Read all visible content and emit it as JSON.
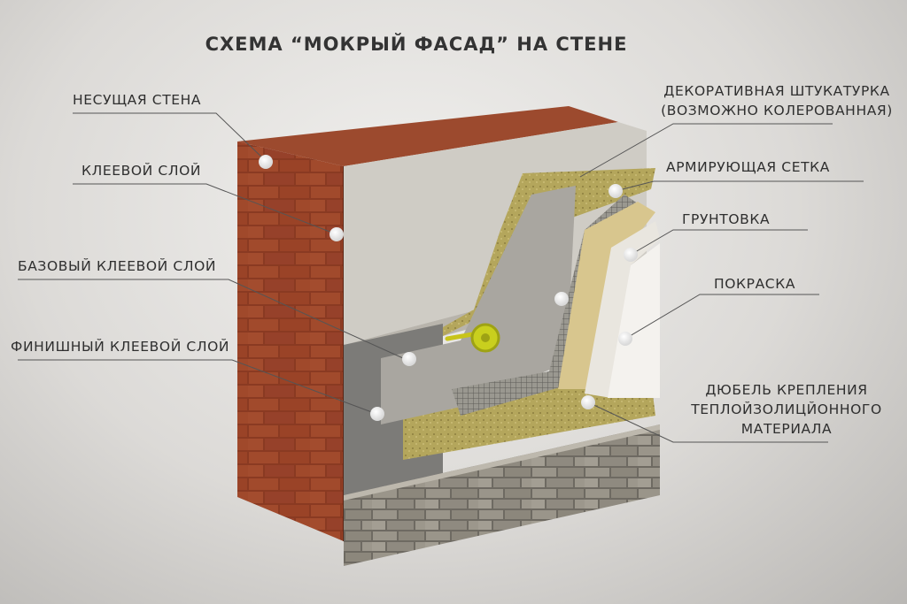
{
  "title": "СХЕМА “МОКРЫЙ ФАСАД” НА СТЕНЕ",
  "labels": {
    "load_bearing_wall": "НЕСУЩАЯ СТЕНА",
    "adhesive_layer": "КЛЕЕВОЙ СЛОЙ",
    "base_adhesive_layer": "БАЗОВЫЙ  КЛЕЕВОЙ СЛОЙ",
    "finish_adhesive_layer": "ФИНИШНЫЙ КЛЕЕВОЙ СЛОЙ",
    "decorative_plaster_line1": "ДЕКОРАТИВНАЯ ШТУКАТУРКА",
    "decorative_plaster_line2": "(ВОЗМОЖНО КОЛЕРОВАННАЯ)",
    "reinforcing_mesh": "АРМИРУЮЩАЯ СЕТКА",
    "primer": "ГРУНТОВКА",
    "paint": "ПОКРАСКА",
    "dowel_line1": "ДЮБЕЛЬ КРЕПЛЕНИЯ",
    "dowel_line2": "ТЕПЛОЙЗОЛИЦЙОННОГО",
    "dowel_line3": "МАТЕРИАЛА"
  }
}
